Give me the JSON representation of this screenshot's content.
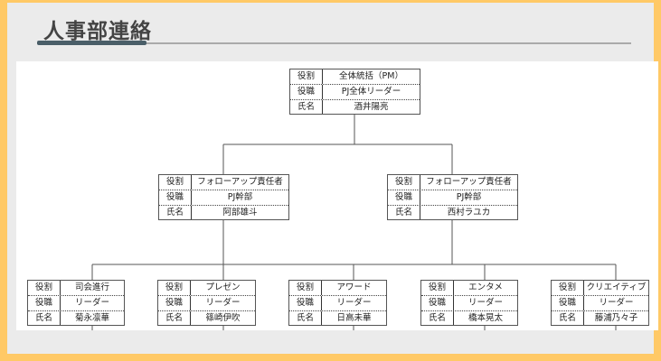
{
  "title": "人事部連絡",
  "labels": {
    "role": "役割",
    "position": "役職",
    "name": "氏名"
  },
  "top": {
    "role": "全体統括（PM）",
    "position": "PJ全体リーダー",
    "name": "酒井陽亮"
  },
  "middle": [
    {
      "role": "フォローアップ責任者",
      "position": "PJ幹部",
      "name": "阿部雄斗"
    },
    {
      "role": "フォローアップ責任者",
      "position": "PJ幹部",
      "name": "西村ラユカ"
    }
  ],
  "bottom": [
    {
      "role": "司会進行",
      "position": "リーダー",
      "name": "菊永凛華"
    },
    {
      "role": "プレゼン",
      "position": "リーダー",
      "name": "篠崎伊吹"
    },
    {
      "role": "アワード",
      "position": "リーダー",
      "name": "日高未華"
    },
    {
      "role": "エンタメ",
      "position": "リーダー",
      "name": "橋本晃太"
    },
    {
      "role": "クリエイティブ",
      "position": "リーダー",
      "name": "藤浦乃々子"
    }
  ],
  "colors": {
    "frame": "#ffc966",
    "accent": "#4a5e68"
  }
}
